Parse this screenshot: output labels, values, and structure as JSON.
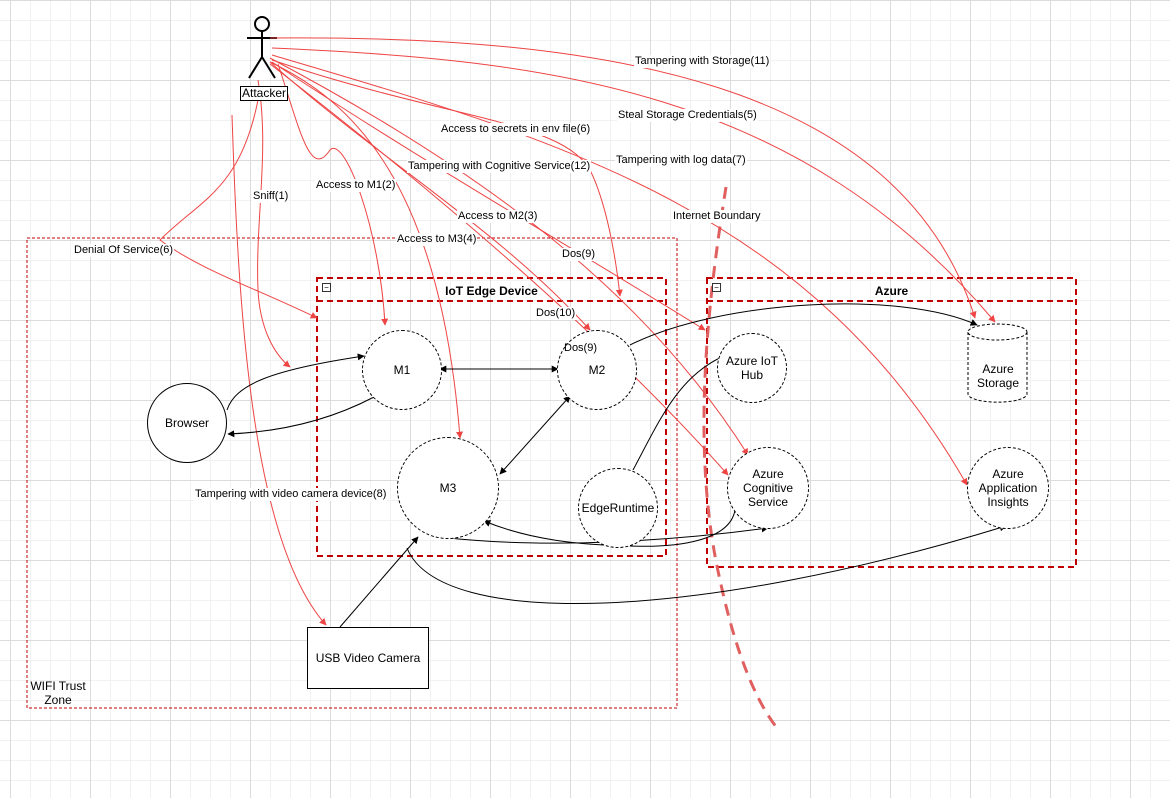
{
  "actor": {
    "label": "Attacker"
  },
  "zones": {
    "wifi": {
      "label_line1": "WIFI Trust",
      "label_line2": "Zone"
    },
    "iot_edge": {
      "title": "IoT Edge Device"
    },
    "azure": {
      "title": "Azure"
    },
    "internet_boundary": {
      "label": "Internet Boundary"
    }
  },
  "nodes": {
    "browser": "Browser",
    "m1": "M1",
    "m2": "M2",
    "m3": "M3",
    "edge_runtime": "EdgeRuntime",
    "usb_camera": "USB Video Camera",
    "iot_hub_line1": "Azure IoT",
    "iot_hub_line2": "Hub",
    "cognitive_line1": "Azure",
    "cognitive_line2": "Cognitive",
    "cognitive_line3": "Service",
    "storage_line1": "Azure",
    "storage_line2": "Storage",
    "insights_line1": "Azure",
    "insights_line2": "Application",
    "insights_line3": "Insights"
  },
  "threats": {
    "tampering_storage": "Tampering with Storage(11)",
    "steal_credentials": "Steal Storage Credentials(5)",
    "secrets_env": "Access to secrets in env file(6)",
    "tampering_cognitive": "Tampering with Cognitive Service(12)",
    "tampering_log": "Tampering with log data(7)",
    "access_m1": "Access to M1(2)",
    "sniff": "Sniff(1)",
    "access_m2": "Access to M2(3)",
    "access_m3": "Access to M3(4)",
    "dos_9a": "Dos(9)",
    "dos_10": "Dos(10)",
    "dos_9b": "Dos(9)",
    "denial_of_service": "Denial Of Service(6)",
    "tampering_camera": "Tampering with video camera device(8)"
  },
  "colors": {
    "threat": "#ee4444",
    "boundary": "#c00000",
    "internet_boundary": "#e06060",
    "flow": "#000000"
  }
}
